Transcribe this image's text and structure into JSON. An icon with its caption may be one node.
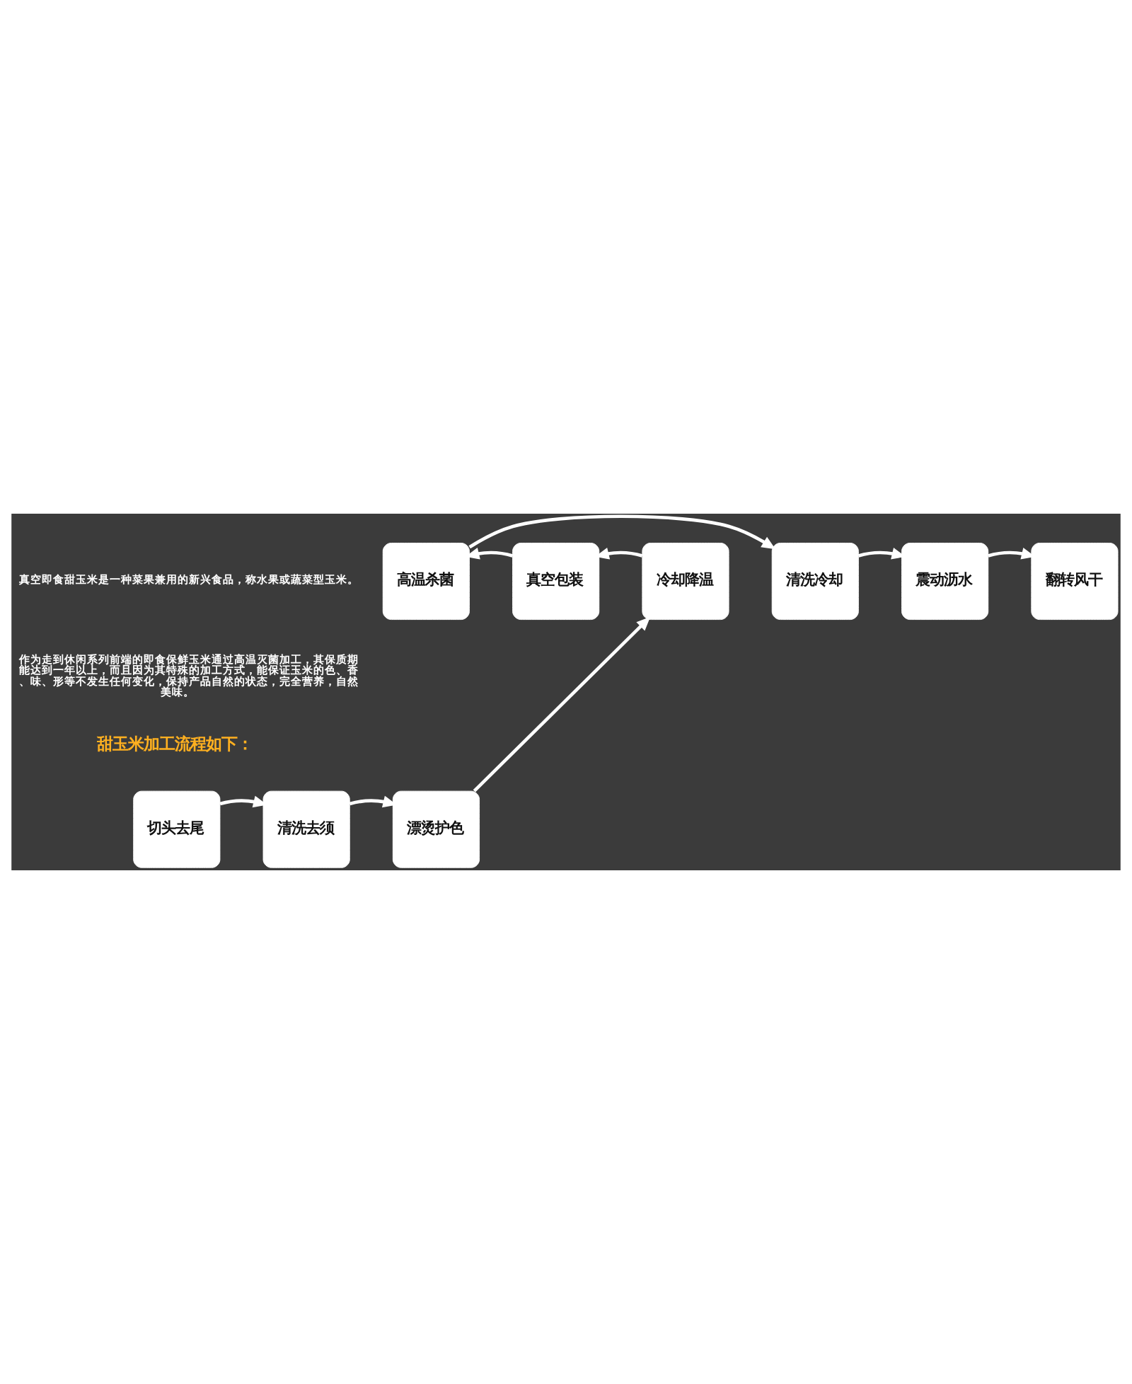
{
  "diagram": {
    "nodes": [
      {
        "text": [
          "切头去尾"
        ]
      },
      {
        "text": [
          "清洗去须"
        ]
      },
      {
        "text": [
          "漂烫护色"
        ]
      },
      {
        "text": [
          "冷却降温"
        ]
      },
      {
        "text": [
          "真空包装"
        ]
      },
      {
        "text": [
          "高温杀菌"
        ]
      },
      {
        "text": [
          "清洗冷却"
        ]
      },
      {
        "text": [
          "震动沥水"
        ]
      },
      {
        "text": [
          "翻转风干"
        ]
      }
    ],
    "edges": [
      {
        "from": 0,
        "to": 1,
        "arrow": "to"
      },
      {
        "from": 1,
        "to": 2,
        "arrow": "to"
      },
      {
        "from": 2,
        "to": 3,
        "arrow": "to"
      },
      {
        "from": 3,
        "to": 4,
        "arrow": "to"
      },
      {
        "from": 4,
        "to": 5,
        "arrow": "to"
      },
      {
        "from": 5,
        "to": 6,
        "arrow": "to"
      },
      {
        "from": 6,
        "to": 7,
        "arrow": "to"
      },
      {
        "from": 7,
        "to": 8,
        "arrow": "to"
      }
    ],
    "labels": [
      "真空即食甜玉米是一种菜果兼用的新兴食品，称水果或蔬菜型玉米。",
      "作为走到休闲系列前端的即食保鲜玉米通过高温灭菌加工，其保质期能达到一年以上，而且因为其特殊的加工方式，能保证玉米的色、香、味、形等不发生任何变化，保持产品自然的状态，完全营养，自然美味。",
      "甜玉米加工流程如下："
    ]
  }
}
